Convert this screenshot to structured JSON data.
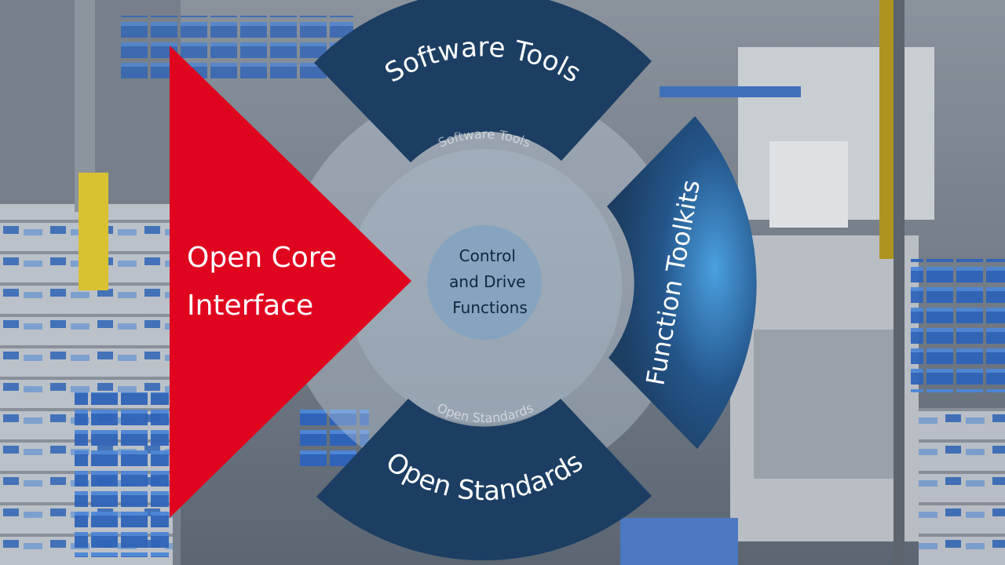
{
  "diagram": {
    "left_triangle_label_lines": [
      "Open Core",
      "Interface"
    ],
    "center_label_lines": [
      "Control",
      "and Drive",
      "Functions"
    ],
    "segments": {
      "top": "Software Tools",
      "right": "Function Toolkits",
      "bottom": "Open Standards"
    },
    "ghost_labels": {
      "top": "Software Tools",
      "bottom": "Open Standards"
    }
  },
  "colors": {
    "triangle": "#e0051f",
    "segment_dark": "#1c3e63",
    "segment_right_highlight": "#3f8fcf",
    "center_circle": "#86a4bf",
    "ring": "#b8c9d9",
    "text_on_dark": "#ffffff",
    "text_on_center": "#10263f"
  }
}
